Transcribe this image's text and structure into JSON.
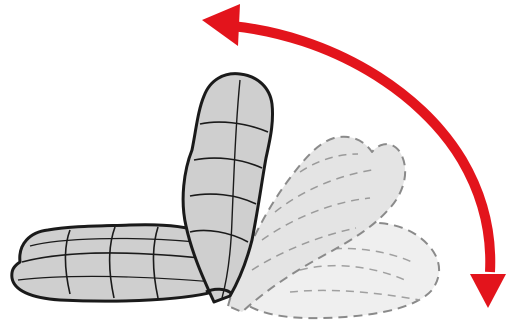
{
  "colors": {
    "background": "#ffffff",
    "arrow": "#e3141c",
    "chair_fill": "#cfcfcf",
    "chair_stroke": "#1a1a1a",
    "ghost_fill_mid": "#e4e4e4",
    "ghost_fill_far": "#efefef",
    "ghost_stroke": "#8a8a8a"
  },
  "illustration": {
    "subject": "floor-chair-icon",
    "recline_arrow": "curved-double-arrow-icon",
    "positions": [
      "upright",
      "reclined",
      "flat"
    ]
  }
}
